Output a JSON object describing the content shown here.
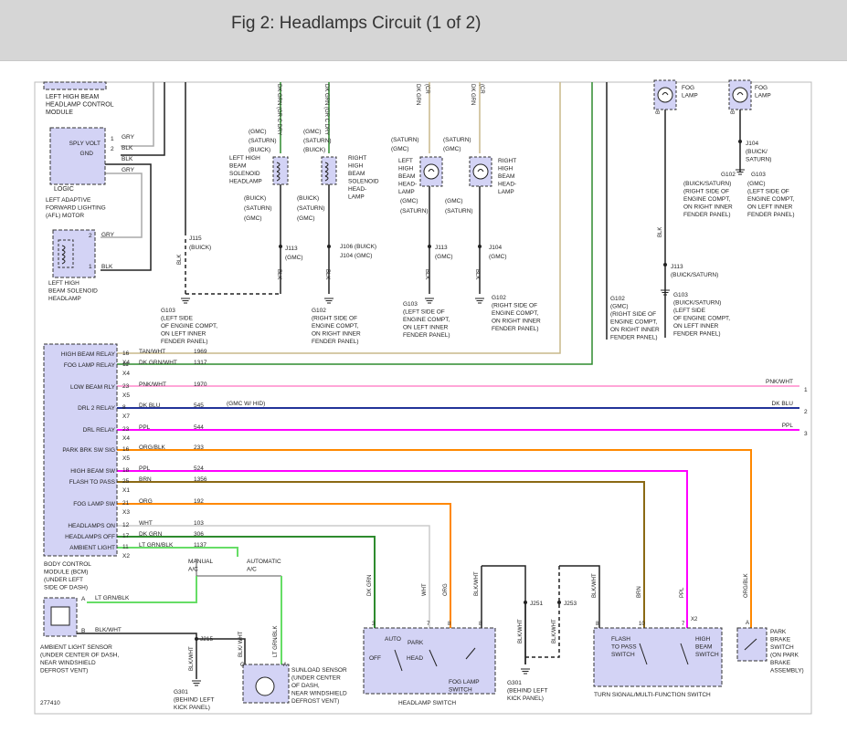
{
  "title": "Fig 2: Headlamps Circuit (1 of 2)",
  "colors": {
    "header_bg": "#d6d6d6",
    "module_fill": "#d3d3f5",
    "tan": "#c8b88a",
    "dk_grn": "#2e8b2e",
    "lt_grn": "#66dd66",
    "pink": "#ff88cc",
    "dk_blu": "#223399",
    "purple": "#ff00ff",
    "orange": "#ff8800",
    "olive": "#8b6914",
    "gray": "#aaaaaa",
    "black": "#222222"
  },
  "top_left": {
    "hb_module": [
      "LEFT HIGH BEAM",
      "HEADLAMP CONTROL",
      "MODULE"
    ],
    "afl_pins": [
      {
        "label": "SPLY VOLT",
        "pin": "1",
        "wire": "GRY"
      },
      {
        "label": "GND",
        "pin": "2",
        "wire": "BLK"
      },
      {
        "label": "",
        "pin": "",
        "wire": "BLK"
      },
      {
        "label": "",
        "pin": "",
        "wire": "GRY"
      }
    ],
    "logic": "LOGIC",
    "afl_label": [
      "LEFT ADAPTIVE",
      "FORWARD LIGHTING",
      "(AFL) MOTOR"
    ],
    "solenoid_pins": [
      {
        "pin": "2",
        "wire": "GRY"
      },
      {
        "pin": "1",
        "wire": "BLK"
      }
    ],
    "solenoid_label": [
      "LEFT HIGH",
      "BEAM SOLENOID",
      "HEADLAMP"
    ],
    "j115": "J115",
    "j115_sub": "(BUICK)",
    "blk": "BLK",
    "g103_left": [
      "G103",
      "(LEFT SIDE",
      "OF ENGINE COMPT,",
      "ON LEFT INNER",
      "FENDER PANEL)"
    ]
  },
  "solenoid_column": {
    "wire_top_1": "DK GRN (GR C DRY",
    "wire_top_2": "DK GRN (GR C DRY",
    "makes_top": [
      "(GMC)",
      "(SATURN)",
      "(BUICK)"
    ],
    "left_label": [
      "LEFT HIGH",
      "BEAM",
      "SOLENOID",
      "HEADLAMP"
    ],
    "right_label": [
      "RIGHT",
      "HIGH",
      "BEAM",
      "SOLENOID",
      "HEAD-",
      "LAMP"
    ],
    "makes_bottom": [
      "(BUICK)",
      "(SATURN)",
      "(GMC)"
    ],
    "j113": "J113",
    "j113_sub": "(GMC)",
    "j106": "J106  (BUICK)",
    "j104": "J104  (GMC)",
    "g102": [
      "G102",
      "(RIGHT SIDE OF",
      "ENGINE COMPT,",
      "ON RIGHT INNER",
      "FENDER PANEL)"
    ]
  },
  "headlamp_column": {
    "makes_top_left": [
      "(SATURN)",
      "(GMC)"
    ],
    "makes_top_right": [
      "(SATURN)",
      "(GMC)"
    ],
    "left_label": [
      "LEFT",
      "HIGH",
      "BEAM",
      "HEAD-",
      "LAMP"
    ],
    "right_label": [
      "RIGHT",
      "HIGH",
      "BEAM",
      "HEAD-",
      "LAMP"
    ],
    "makes_bottom": [
      "(GMC)",
      "(SATURN)"
    ],
    "j113": "J113",
    "j113_sub": "(GMC)",
    "j104": "J104",
    "j104_sub": "(GMC)",
    "g103": [
      "G103",
      "(LEFT SIDE OF",
      "ENGINE COMPT,",
      "ON LEFT INNER",
      "FENDER PANEL)"
    ],
    "g102": [
      "G102",
      "(RIGHT SIDE OF",
      "ENGINE COMPT,",
      "ON RIGHT INNER",
      "FENDER PANEL)"
    ]
  },
  "fog_column": {
    "fog_lamp_1": [
      "FOG",
      "LAMP"
    ],
    "fog_lamp_2": [
      "FOG",
      "LAMP"
    ],
    "j104": "J104",
    "j104_sub": [
      "(BUICK/",
      "SATURN)"
    ],
    "g102_top": "G102",
    "g103_top": "G103",
    "g102_top_desc": [
      "(BUICK/SATURN)",
      "(RIGHT SIDE OF",
      "ENGINE COMPT,",
      "ON RIGHT INNER",
      "FENDER PANEL)"
    ],
    "g103_top_desc": [
      "(GMC)",
      "(LEFT SIDE OF",
      "ENGINE COMPT,",
      "ON LEFT INNER",
      "FENDER PANEL)"
    ],
    "j113": "J113",
    "j113_sub": "(BUICK/SATURN)",
    "g102_bot": [
      "G102",
      "(GMC)",
      "(RIGHT SIDE OF",
      "ENGINE COMPT,",
      "ON RIGHT INNER",
      "FENDER PANEL)"
    ],
    "g103_bot": [
      "G103",
      "(BUICK/SATURN)",
      "(LEFT SIDE",
      "OF ENGINE COMPT,",
      "ON LEFT INNER",
      "FENDER PANEL)"
    ]
  },
  "bcm": {
    "label": [
      "BODY CONTROL",
      "MODULE (BCM)",
      "(UNDER LEFT",
      "SIDE OF DASH)"
    ],
    "rows": [
      {
        "name": "HIGH BEAM RELAY",
        "pin": "16",
        "wire": "TAN/WHT",
        "circuit": "1969",
        "conn": "X4"
      },
      {
        "name": "FOG LAMP RELAY",
        "pin": "11",
        "wire": "DK GRN/WHT",
        "circuit": "1317",
        "conn": "X4"
      },
      {
        "name": "LOW BEAM RLY",
        "pin": "23",
        "wire": "PNK/WHT",
        "circuit": "1970",
        "conn": "X5"
      },
      {
        "name": "DRL 2 RELAY",
        "pin": "8",
        "wire": "DK BLU",
        "circuit": "545",
        "conn": "X7"
      },
      {
        "name": "DRL RELAY",
        "pin": "23",
        "wire": "PPL",
        "circuit": "544",
        "conn": "X4"
      },
      {
        "name": "PARK BRK SW SIG",
        "pin": "16",
        "wire": "ORG/BLK",
        "circuit": "233",
        "conn": "X5"
      },
      {
        "name": "HIGH BEAM SW",
        "pin": "18",
        "wire": "PPL",
        "circuit": "524",
        "conn": ""
      },
      {
        "name": "FLASH TO PASS",
        "pin": "25",
        "wire": "BRN",
        "circuit": "1356",
        "conn": "X1"
      },
      {
        "name": "FOG LAMP SW",
        "pin": "21",
        "wire": "ORG",
        "circuit": "192",
        "conn": "X3"
      },
      {
        "name": "HEADLAMPS ON",
        "pin": "12",
        "wire": "WHT",
        "circuit": "103",
        "conn": ""
      },
      {
        "name": "HEADLAMPS OFF",
        "pin": "17",
        "wire": "DK GRN",
        "circuit": "306",
        "conn": ""
      },
      {
        "name": "AMBIENT LIGHT",
        "pin": "11",
        "wire": "LT GRN/BLK",
        "circuit": "1137",
        "conn": "X2"
      }
    ],
    "gmc_hid": "(GMC W/ HID)"
  },
  "right_edge": [
    {
      "wire": "PNK/WHT",
      "num": "1"
    },
    {
      "wire": "DK BLU",
      "num": "2"
    },
    {
      "wire": "PPL",
      "num": "3"
    }
  ],
  "bottom": {
    "manual_ac": [
      "MANUAL",
      "A/C"
    ],
    "auto_ac": [
      "AUTOMATIC",
      "A/C"
    ],
    "ambient_pin_a": "A",
    "ambient_pin_b": "B",
    "ambient_wire_a": "LT GRN/BLK",
    "ambient_wire_b": "BLK/WHT",
    "ambient_sensor": [
      "AMBIENT LIGHT SENSOR",
      "(UNDER CENTER OF DASH,",
      "NEAR WINDSHIELD",
      "DEFROST VENT)"
    ],
    "j215": "J215",
    "g301_left": [
      "G301",
      "(BEHIND LEFT",
      "KICK PANEL)"
    ],
    "sunload_wires": [
      "BLK/WHT",
      "BLK/ WHT",
      "LT GRN/BLK"
    ],
    "sunload_pins": [
      "C",
      "A"
    ],
    "sunload": [
      "SUNLOAD SENSOR",
      "(UNDER CENTER",
      "OF DASH,",
      "NEAR WINDSHIELD",
      "DEFROST VENT)"
    ],
    "hs_wires": [
      "DK GRN",
      "WHT",
      "ORG",
      "BLK/WHT"
    ],
    "hs_pins": [
      "3",
      "7",
      "8",
      "8"
    ],
    "hs_labels": {
      "auto": "AUTO",
      "park": "PARK",
      "off": "OFF",
      "head": "HEAD",
      "fog": [
        "FOG LAMP",
        "SWITCH"
      ]
    },
    "headlamp_switch": "HEADLAMP SWITCH",
    "j251": "J251",
    "j253": "J253",
    "g301_mid": [
      "G301",
      "(BEHIND LEFT",
      "KICK PANEL)"
    ],
    "mid_wires": [
      "BLK/WHT",
      "BLK/WHT"
    ],
    "ts_wires": [
      "BLK/WHT",
      "BRN",
      "PPL"
    ],
    "ts_pins": [
      "8",
      "10",
      "7",
      "X2"
    ],
    "flash_to_pass": [
      "FLASH",
      "TO PASS",
      "SWITCH"
    ],
    "high_beam_sw": [
      "HIGH",
      "BEAM",
      "SWITCH"
    ],
    "turn_signal": "TURN SIGNAL/MULTI-FUNCTION SWITCH",
    "orgblk": "ORG/BLK",
    "pbk_pin": "A",
    "park_brake": [
      "PARK",
      "BRAKE",
      "SWITCH",
      "(ON PARK",
      "BRAKE",
      "ASSEMBLY)"
    ],
    "fig_number": "277410"
  }
}
